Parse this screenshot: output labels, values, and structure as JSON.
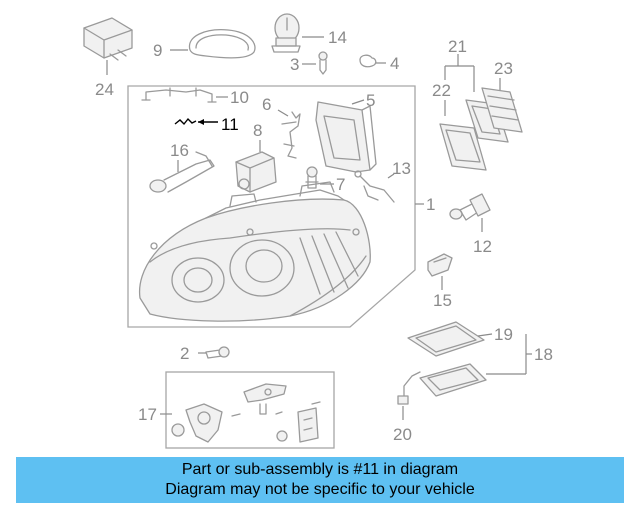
{
  "highlighted_part": "11",
  "callouts": {
    "c1": "1",
    "c2": "2",
    "c3": "3",
    "c4": "4",
    "c5": "5",
    "c6": "6",
    "c7": "7",
    "c8": "8",
    "c9": "9",
    "c10": "10",
    "c11": "11",
    "c12": "12",
    "c13": "13",
    "c14": "14",
    "c15": "15",
    "c16": "16",
    "c17": "17",
    "c18": "18",
    "c19": "19",
    "c20": "20",
    "c21": "21",
    "c22": "22",
    "c23": "23",
    "c24": "24"
  },
  "banner": {
    "line1": "Part or sub-assembly is #11 in diagram",
    "line2": "Diagram may not be specific to your vehicle"
  },
  "colors": {
    "banner_bg": "#5ec0f2",
    "highlight": "#000000",
    "line_art": "#9a9a9a"
  }
}
